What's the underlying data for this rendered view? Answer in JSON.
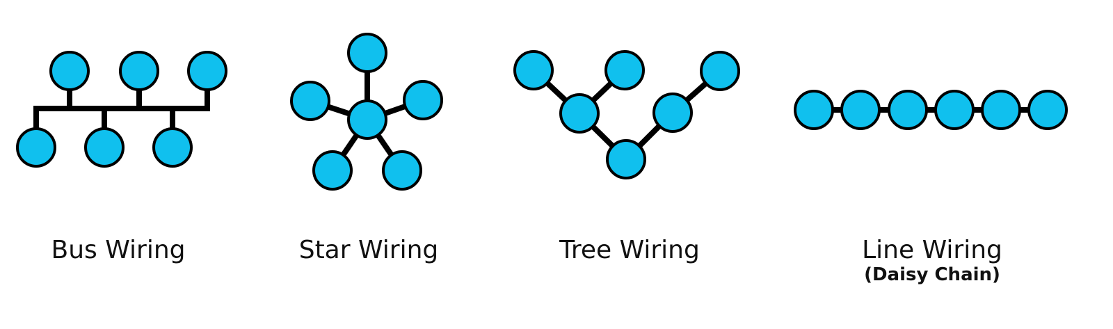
{
  "colors": {
    "node_fill": "#10c0ee",
    "outline": "#000000",
    "text": "#111111"
  },
  "topologies": [
    {
      "id": "bus",
      "label": "Bus Wiring"
    },
    {
      "id": "star",
      "label": "Star Wiring"
    },
    {
      "id": "tree",
      "label": "Tree Wiring"
    },
    {
      "id": "line",
      "label": "Line Wiring",
      "sublabel": "(Daisy Chain)"
    }
  ]
}
